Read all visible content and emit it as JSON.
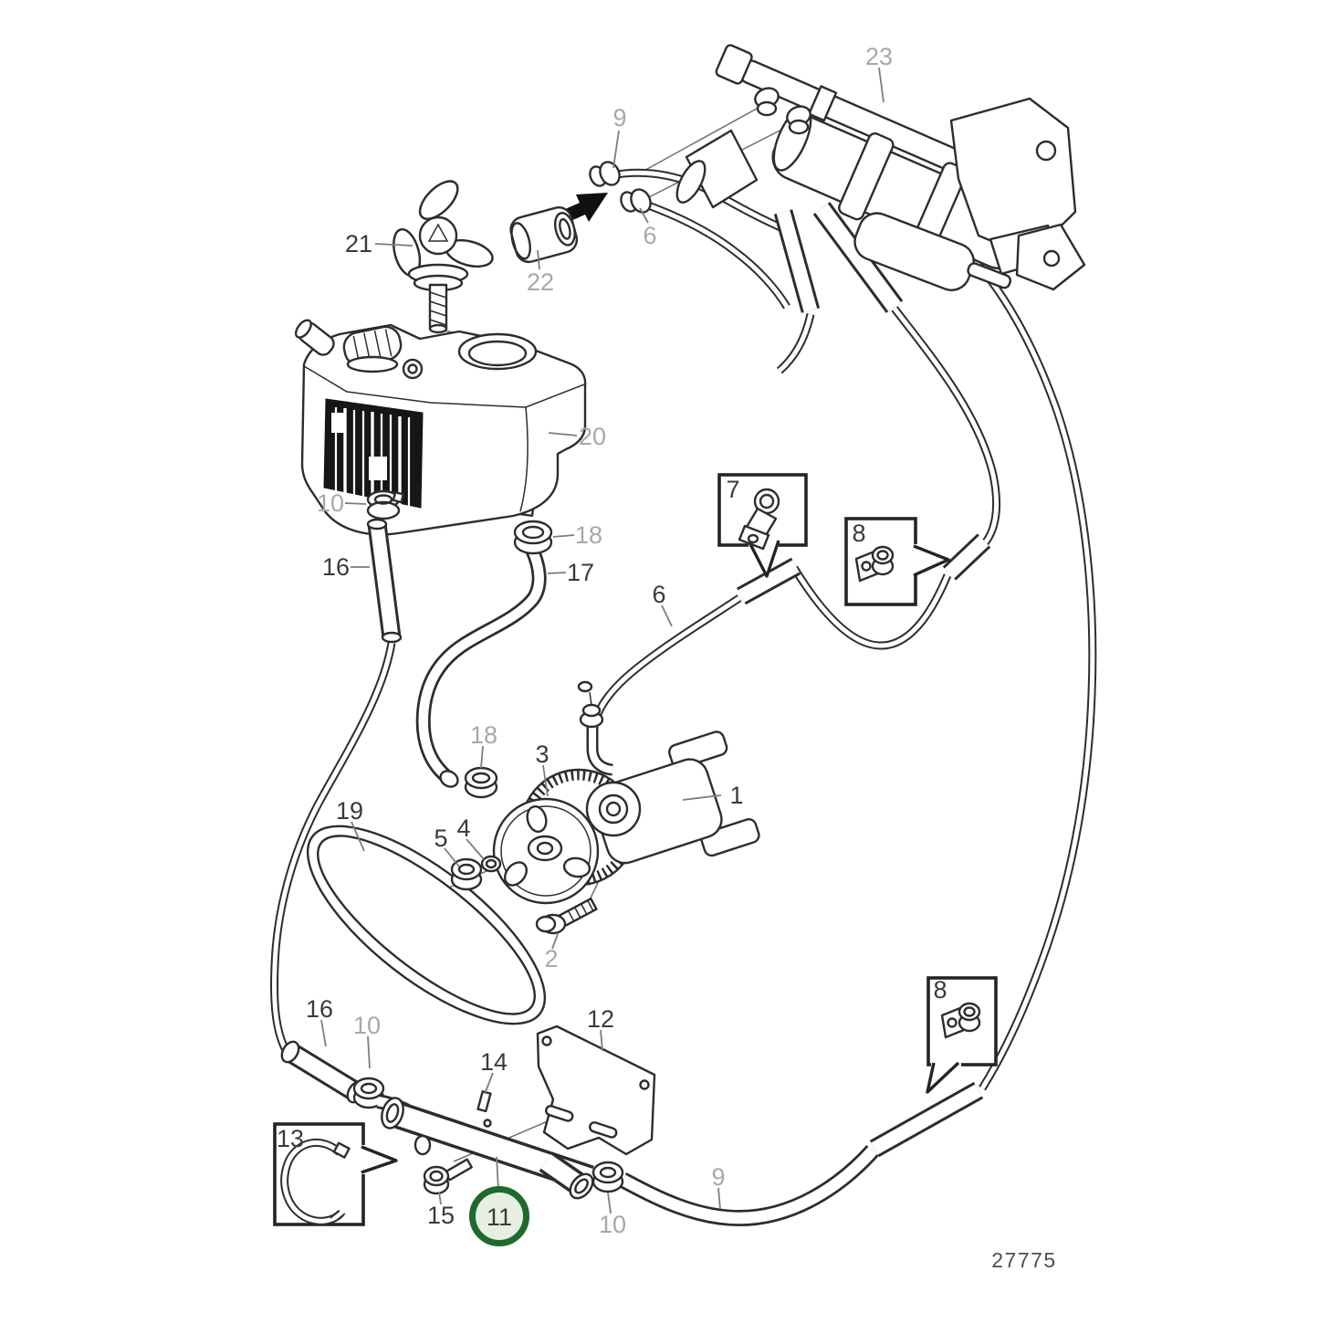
{
  "diagram": {
    "type": "exploded-parts-diagram",
    "drawing_number": "27775",
    "background": "#ffffff",
    "line_color": "#2d2d2d",
    "label_color_primary": "#3a3a3a",
    "label_color_secondary": "#a8a8a8",
    "highlight": {
      "part": "11",
      "ring_color": "#1d6b2c",
      "fill_color": "#e7efe2"
    }
  },
  "callouts": [
    {
      "id": "9-top",
      "text": "9",
      "tone": "secondary"
    },
    {
      "id": "23",
      "text": "23",
      "tone": "secondary"
    },
    {
      "id": "6-top",
      "text": "6",
      "tone": "secondary"
    },
    {
      "id": "22",
      "text": "22",
      "tone": "secondary"
    },
    {
      "id": "21",
      "text": "21",
      "tone": "primary"
    },
    {
      "id": "20",
      "text": "20",
      "tone": "secondary"
    },
    {
      "id": "10-left",
      "text": "10",
      "tone": "secondary"
    },
    {
      "id": "16-left",
      "text": "16",
      "tone": "primary"
    },
    {
      "id": "18-top",
      "text": "18",
      "tone": "secondary"
    },
    {
      "id": "17",
      "text": "17",
      "tone": "primary"
    },
    {
      "id": "7",
      "text": "7",
      "tone": "primary",
      "enclosure": "box"
    },
    {
      "id": "8-top",
      "text": "8",
      "tone": "primary",
      "enclosure": "box"
    },
    {
      "id": "6-mid",
      "text": "6",
      "tone": "primary"
    },
    {
      "id": "18-mid",
      "text": "18",
      "tone": "secondary"
    },
    {
      "id": "3",
      "text": "3",
      "tone": "primary"
    },
    {
      "id": "1",
      "text": "1",
      "tone": "primary"
    },
    {
      "id": "19",
      "text": "19",
      "tone": "primary"
    },
    {
      "id": "5",
      "text": "5",
      "tone": "primary"
    },
    {
      "id": "4",
      "text": "4",
      "tone": "primary"
    },
    {
      "id": "2",
      "text": "2",
      "tone": "secondary"
    },
    {
      "id": "16-bottom",
      "text": "16",
      "tone": "primary"
    },
    {
      "id": "10-bottom-left",
      "text": "10",
      "tone": "secondary"
    },
    {
      "id": "14",
      "text": "14",
      "tone": "primary"
    },
    {
      "id": "12",
      "text": "12",
      "tone": "primary"
    },
    {
      "id": "13",
      "text": "13",
      "tone": "primary",
      "enclosure": "box"
    },
    {
      "id": "15",
      "text": "15",
      "tone": "primary"
    },
    {
      "id": "11",
      "text": "11",
      "tone": "primary",
      "enclosure": "circle-highlight"
    },
    {
      "id": "10-bottom-right",
      "text": "10",
      "tone": "secondary"
    },
    {
      "id": "9-bottom",
      "text": "9",
      "tone": "secondary"
    },
    {
      "id": "8-bottom",
      "text": "8",
      "tone": "primary",
      "enclosure": "box"
    }
  ]
}
